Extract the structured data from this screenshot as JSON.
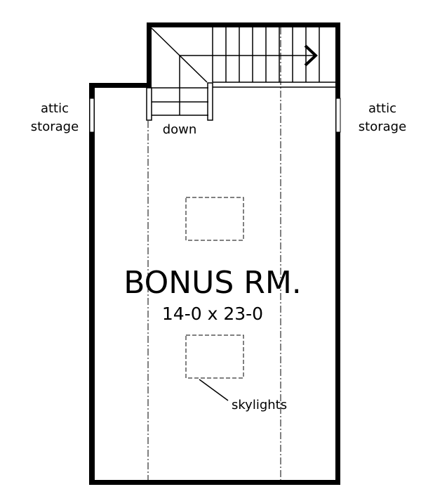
{
  "room": {
    "name": "BONUS RM.",
    "dimensions": "14-0 x 23-0"
  },
  "labels": {
    "attic_left_line1": "attic",
    "attic_left_line2": "storage",
    "attic_right_line1": "attic",
    "attic_right_line2": "storage",
    "stairs": "down",
    "skylights": "skylights"
  }
}
